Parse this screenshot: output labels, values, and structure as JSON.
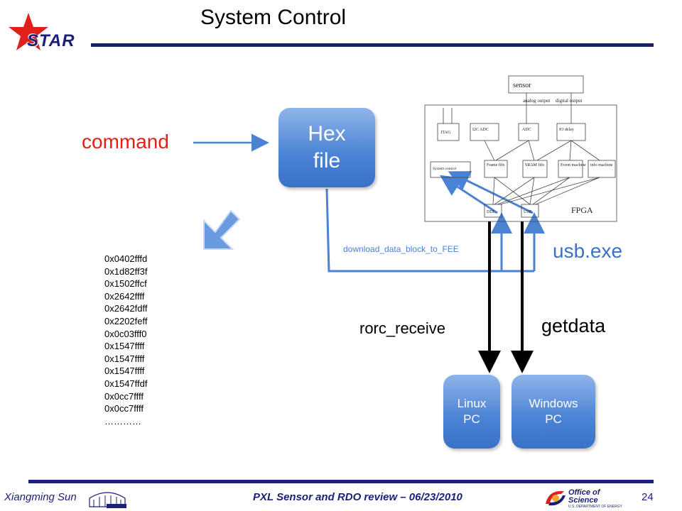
{
  "slide": {
    "title": "System Control",
    "logo_text": "STAR",
    "command_label": "command",
    "hex_box": [
      "Hex",
      "file"
    ],
    "hex_values": [
      "0x0402fffd",
      "0x1d82ff3f",
      "0x1502ffcf",
      "0x2642ffff",
      "0x2642fdff",
      "0x2202feff",
      "0x0c03fff0",
      "0x1547ffff",
      "0x1547ffff",
      "0x1547ffff",
      "0x1547ffdf",
      "0x0cc7ffff",
      "0x0cc7ffff",
      "…………"
    ],
    "download_label": "download_data_block_to_FEE",
    "usb_label": "usb.exe",
    "rorc_label": "rorc_receive",
    "getdata_label": "getdata",
    "linux_box": [
      "Linux",
      "PC"
    ],
    "windows_box": [
      "Windows",
      "PC"
    ]
  },
  "fpga_diagram": {
    "sensor": "sensor",
    "analog_output": "analog output",
    "digital_output": "digital output",
    "blocks_top": [
      "JTAG",
      "I2C ADC",
      "ADC",
      "IO delay"
    ],
    "blocks_mid": [
      "System control",
      "Frame fifo",
      "SRAM fifo",
      "Event machine",
      "info machine"
    ],
    "blocks_bottom": [
      "DDL",
      "USB"
    ],
    "fpga_label": "FPGA"
  },
  "footer": {
    "author": "Xiangming Sun",
    "event": "PXL Sensor and RDO review – 06/23/2010",
    "page": "24",
    "office_line1": "Office of",
    "office_line2": "Science",
    "office_sub": "U.S. DEPARTMENT OF ENERGY"
  },
  "colors": {
    "accent": "#1a1f7a",
    "command": "#e0201a",
    "box_blue": "#4a82d4"
  }
}
